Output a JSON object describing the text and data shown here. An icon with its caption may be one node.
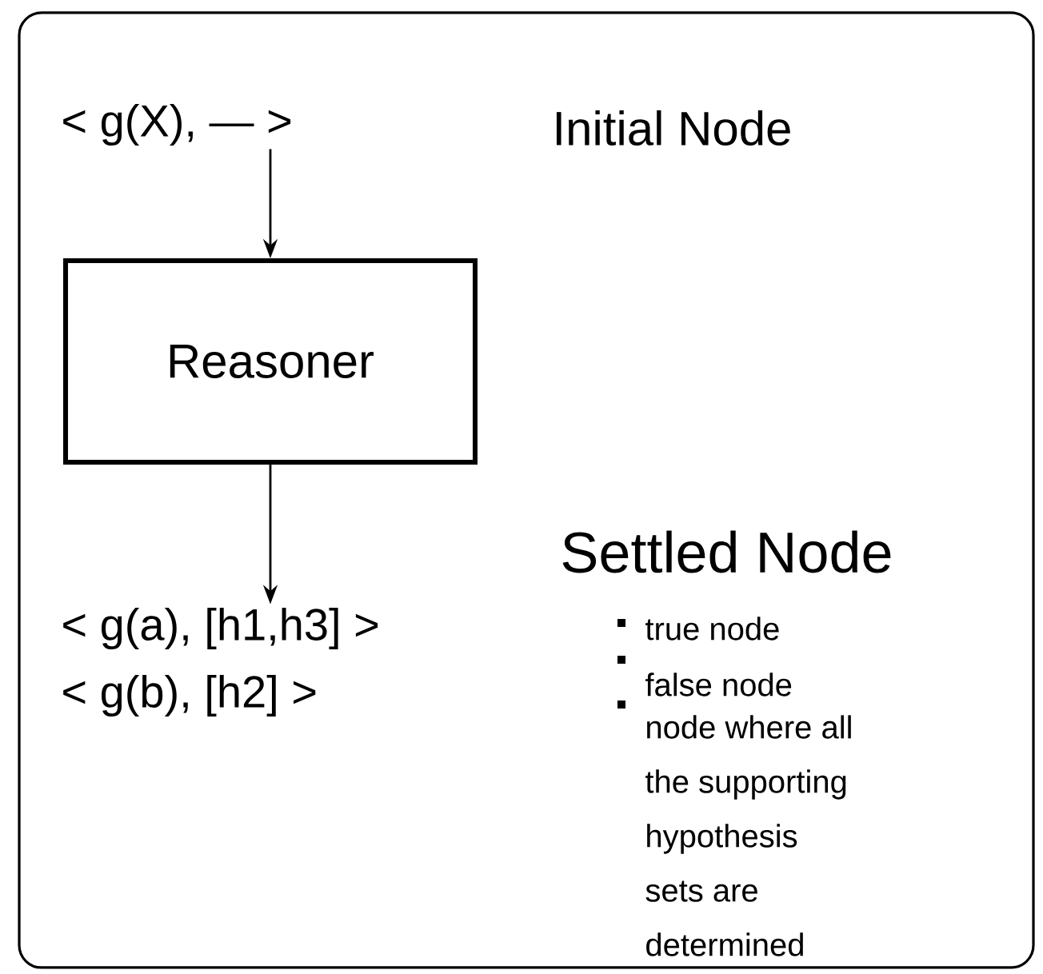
{
  "diagram": {
    "nodes": [
      {
        "text": [
          "< g(X), — >"
        ]
      },
      {
        "text": [
          "Reasoner"
        ]
      },
      {
        "text": [
          "< g(a), [h1,h3] >",
          "< g(b), [h2] >"
        ]
      }
    ],
    "edges": [
      {
        "from": 0,
        "to": 1,
        "arrow": "to"
      },
      {
        "from": 1,
        "to": 2,
        "arrow": "to"
      }
    ],
    "labels": [
      "Initial Node",
      "Settled Node",
      "true node",
      "false node",
      "node where all the supporting hypothesis sets are determined"
    ]
  }
}
